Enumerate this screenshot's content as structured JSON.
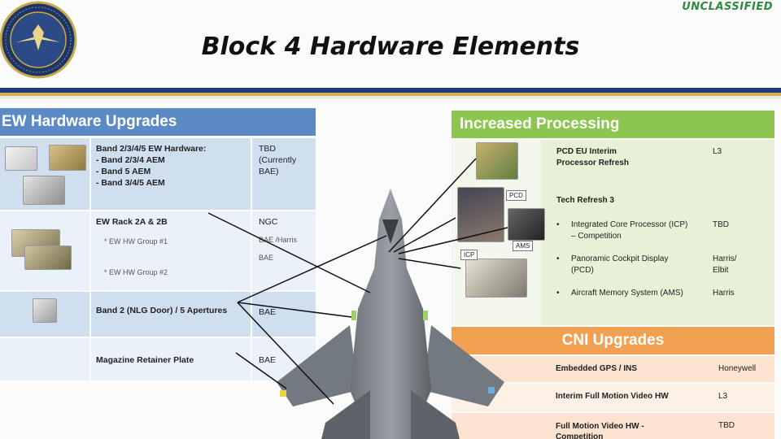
{
  "header": {
    "classification": "UNCLASSIFIED",
    "title": "Block 4 Hardware Elements"
  },
  "ew_table": {
    "header": "EW Hardware Upgrades",
    "rows": [
      {
        "item": "Band 2/3/4/5 EW Hardware:",
        "bullets": [
          "- Band 2/3/4 AEM",
          "- Band 5 AEM",
          "- Band 3/4/5 AEM"
        ],
        "vendor": "TBD (Currently BAE)"
      },
      {
        "item": "EW Rack 2A & 2B",
        "bullets": [
          "EW HW Group #1",
          "EW HW Group #2"
        ],
        "vendor": "NGC",
        "sub_vendors": [
          "BAE /Harris",
          "BAE"
        ]
      },
      {
        "item": "Band 2 (NLG Door) / 5 Apertures",
        "vendor": "BAE"
      },
      {
        "item": "Magazine Retainer Plate",
        "vendor": "BAE"
      }
    ]
  },
  "processing_table": {
    "header": "Increased Processing",
    "pcd_eu": {
      "label": "PCD EU Interim Processor Refresh",
      "vendor": "L3"
    },
    "tech_refresh": {
      "label": "Tech Refresh 3",
      "items": [
        {
          "label": "Integrated Core Processor (ICP) – Competition",
          "vendor": "TBD"
        },
        {
          "label": "Panoramic Cockpit Display (PCD)",
          "vendor": "Harris/ Elbit"
        },
        {
          "label": "Aircraft Memory System (AMS)",
          "vendor": "Harris"
        }
      ]
    },
    "tags": {
      "pcd": "PCD",
      "ams": "AMS",
      "icp": "ICP"
    }
  },
  "cni_table": {
    "header": "CNI Upgrades",
    "rows": [
      {
        "label": "Embedded GPS / INS",
        "vendor": "Honeywell"
      },
      {
        "label": "Interim Full Motion Video HW",
        "vendor": "L3"
      },
      {
        "label": "Full Motion Video HW - Competition",
        "vendor": "TBD"
      }
    ]
  },
  "colors": {
    "ew_header": "#5b8ac4",
    "processing_header": "#8cc64f",
    "cni_header": "#f0a050",
    "classification": "#2e8a3e",
    "rule_blue": "#223a7a",
    "rule_gold": "#d8b24a"
  }
}
